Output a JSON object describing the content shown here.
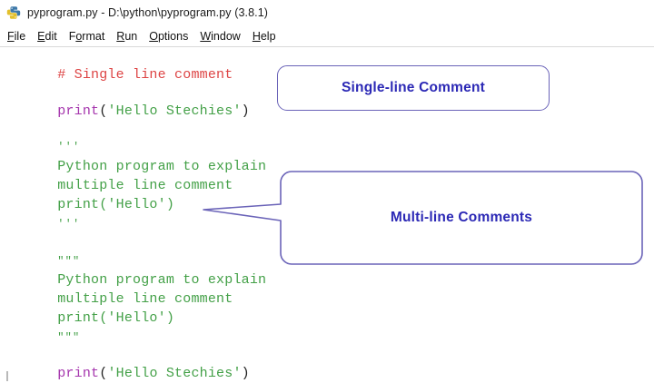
{
  "window": {
    "icon": "python-idle-icon",
    "title": "pyprogram.py - D:\\python\\pyprogram.py (3.8.1)"
  },
  "menubar": {
    "items": [
      {
        "name": "file",
        "pre": "",
        "acc": "F",
        "post": "ile"
      },
      {
        "name": "edit",
        "pre": "",
        "acc": "E",
        "post": "dit"
      },
      {
        "name": "format",
        "pre": "F",
        "acc": "o",
        "post": "rmat"
      },
      {
        "name": "run",
        "pre": "",
        "acc": "R",
        "post": "un"
      },
      {
        "name": "options",
        "pre": "",
        "acc": "O",
        "post": "ptions"
      },
      {
        "name": "window",
        "pre": "",
        "acc": "W",
        "post": "indow"
      },
      {
        "name": "help",
        "pre": "",
        "acc": "H",
        "post": "elp"
      }
    ]
  },
  "code": {
    "line_comment": "# Single line comment",
    "print_keyword": "print",
    "print_open": "(",
    "print_close": ")",
    "str_hello_stechies": "'Hello Stechies'",
    "str_hello": "'Hello'",
    "triple_single": "'''",
    "triple_double": "\"\"\"",
    "block_text_1": "Python program to explain",
    "block_text_2": "multiple line comment",
    "block_print": "print('Hello')",
    "colors": {
      "comment": "#dd4444",
      "keyword": "#a535ad",
      "string": "#43a047",
      "plain": "#222222"
    }
  },
  "callouts": {
    "single_line": {
      "label": "Single-line Comment",
      "border_color": "#6a63b8",
      "text_color": "#2b28b5"
    },
    "multi_line": {
      "label": "Multi-line Comments",
      "border_color": "#6a63b8",
      "text_color": "#2b28b5"
    }
  }
}
